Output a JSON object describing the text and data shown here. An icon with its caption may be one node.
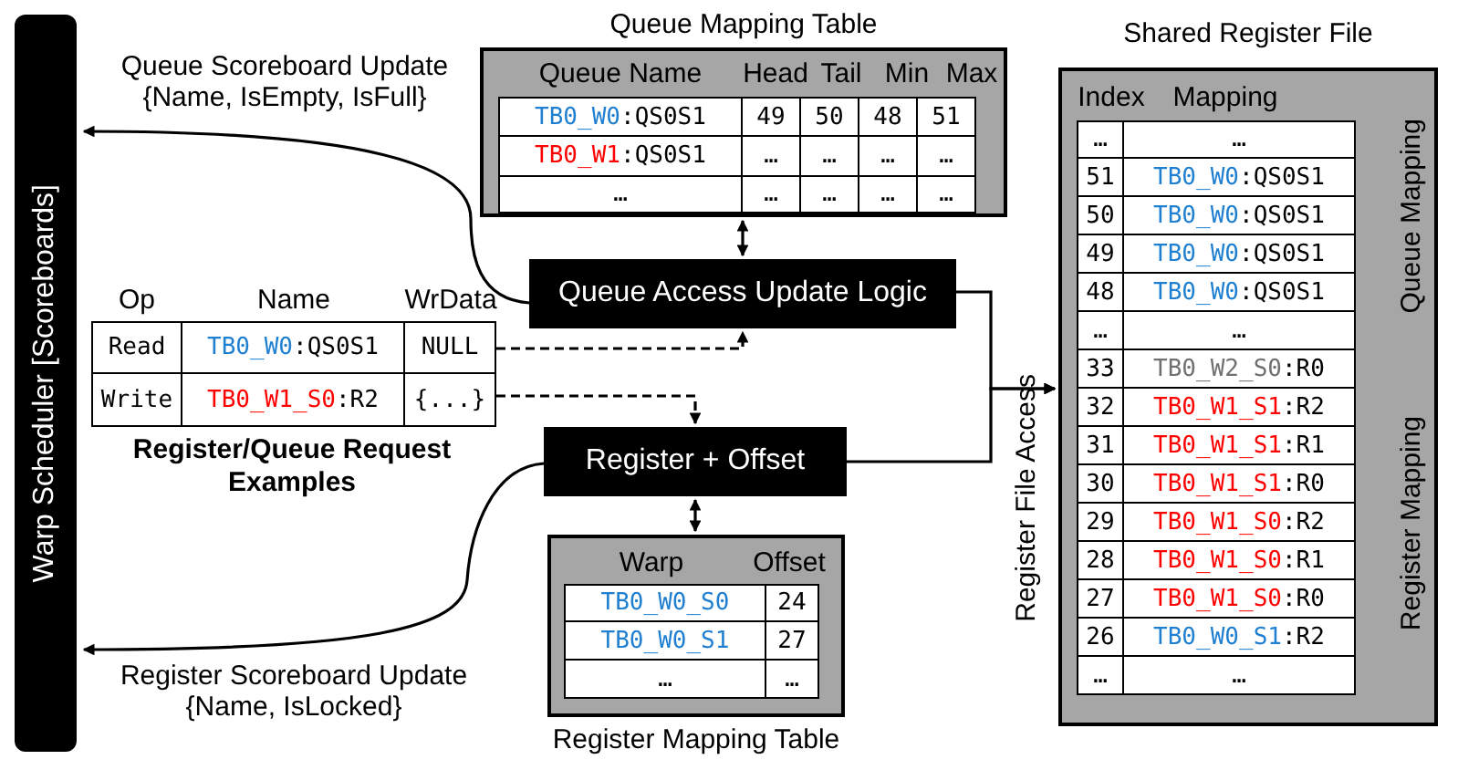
{
  "diagram": {
    "nodes": [
      {
        "text": [
          "Warp Scheduler [Scoreboards]"
        ]
      },
      {
        "text": [
          "Queue Mapping Table"
        ]
      },
      {
        "text": [
          "Queue Access Update Logic"
        ]
      },
      {
        "text": [
          "Register + Offset"
        ]
      },
      {
        "text": [
          "Register Mapping Table"
        ]
      },
      {
        "text": [
          "Shared Register File"
        ]
      },
      {
        "text": [
          "Register/Queue Request Examples"
        ]
      }
    ],
    "edges": [
      {
        "from": 2,
        "to": 0,
        "arrow": "to",
        "label": "Queue Scoreboard Update {Name, IsEmpty, IsFull}"
      },
      {
        "from": 3,
        "to": 0,
        "arrow": "to",
        "label": "Register Scoreboard Update {Name, IsLocked}"
      },
      {
        "from": 1,
        "to": 2,
        "arrow": "both"
      },
      {
        "from": 3,
        "to": 4,
        "arrow": "both"
      },
      {
        "from": 6,
        "to": 2,
        "arrow": "to",
        "style": "dashed"
      },
      {
        "from": 6,
        "to": 3,
        "arrow": "to",
        "style": "dashed"
      },
      {
        "from": 2,
        "to": 5,
        "arrow": "to"
      },
      {
        "from": 3,
        "to": 5,
        "arrow": "to"
      }
    ],
    "labels": [
      "Op",
      "Name",
      "WrData",
      "Read",
      "TB0_W0:QS0S1",
      "NULL",
      "Write",
      "TB0_W1_S0:R2",
      "{...}",
      "Queue Name",
      "Head",
      "Tail",
      "Min",
      "Max",
      "TB0_W0:QS0S1",
      "49",
      "50",
      "48",
      "51",
      "TB0_W1:QS0S1",
      "…",
      "…",
      "…",
      "…",
      "…",
      "…",
      "…",
      "…",
      "…",
      "Warp",
      "Offset",
      "TB0_W0_S0",
      "24",
      "TB0_W0_S1",
      "27",
      "…",
      "…",
      "Index",
      "Mapping",
      "…",
      "…",
      "51",
      "TB0_W0:QS0S1",
      "50",
      "TB0_W0:QS0S1",
      "49",
      "TB0_W0:QS0S1",
      "48",
      "TB0_W0:QS0S1",
      "…",
      "…",
      "33",
      "TB0_W2_S0:R0",
      "32",
      "TB0_W1_S1:R2",
      "31",
      "TB0_W1_S1:R1",
      "30",
      "TB0_W1_S1:R0",
      "29",
      "TB0_W1_S0:R2",
      "28",
      "TB0_W1_S0:R1",
      "27",
      "TB0_W1_S0:R0",
      "26",
      "TB0_W0_S1:R2",
      "…",
      "…",
      "Register File Access",
      "Queue Mapping",
      "Register Mapping"
    ]
  }
}
